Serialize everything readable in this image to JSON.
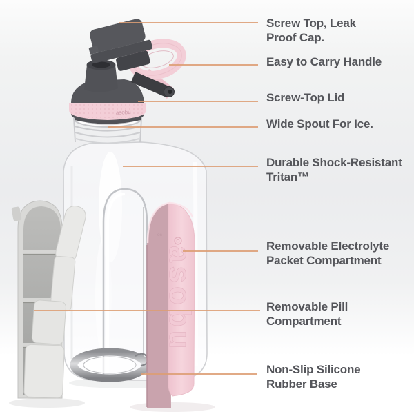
{
  "colors": {
    "callout_line": "#dd9e74",
    "label_text": "#54555a",
    "cap_gray": "#55565b",
    "pink": "#f3ced7",
    "pink_inner": "#c9a3ad",
    "compartment_gray": "#d9d9d7",
    "steel": "#a7a8ac",
    "background_mid": "#ebecee"
  },
  "product": {
    "brand_lid": "asobu",
    "brand_sleeve": "asobu",
    "sleeve_mark": "oc"
  },
  "features": [
    {
      "label": "Screw Top, Leak Proof Cap.",
      "lines": [
        "Screw Top, Leak",
        "Proof Cap."
      ]
    },
    {
      "label": "Easy to Carry Handle",
      "lines": [
        "Easy to Carry Handle"
      ]
    },
    {
      "label": "Screw-Top Lid",
      "lines": [
        "Screw-Top Lid"
      ]
    },
    {
      "label": "Wide Spout For Ice.",
      "lines": [
        "Wide Spout For Ice."
      ]
    },
    {
      "label": "Durable Shock-Resistant Tritan™",
      "lines": [
        "Durable Shock-Resistant",
        "Tritan™"
      ]
    },
    {
      "label": "Removable Electrolyte Packet Compartment",
      "lines": [
        "Removable Electrolyte",
        "Packet Compartment"
      ]
    },
    {
      "label": "Removable Pill Compartment",
      "lines": [
        "Removable Pill",
        "Compartment"
      ]
    },
    {
      "label": "Non-Slip Silicone Rubber Base",
      "lines": [
        "Non-Slip Silicone",
        "Rubber Base"
      ]
    }
  ]
}
